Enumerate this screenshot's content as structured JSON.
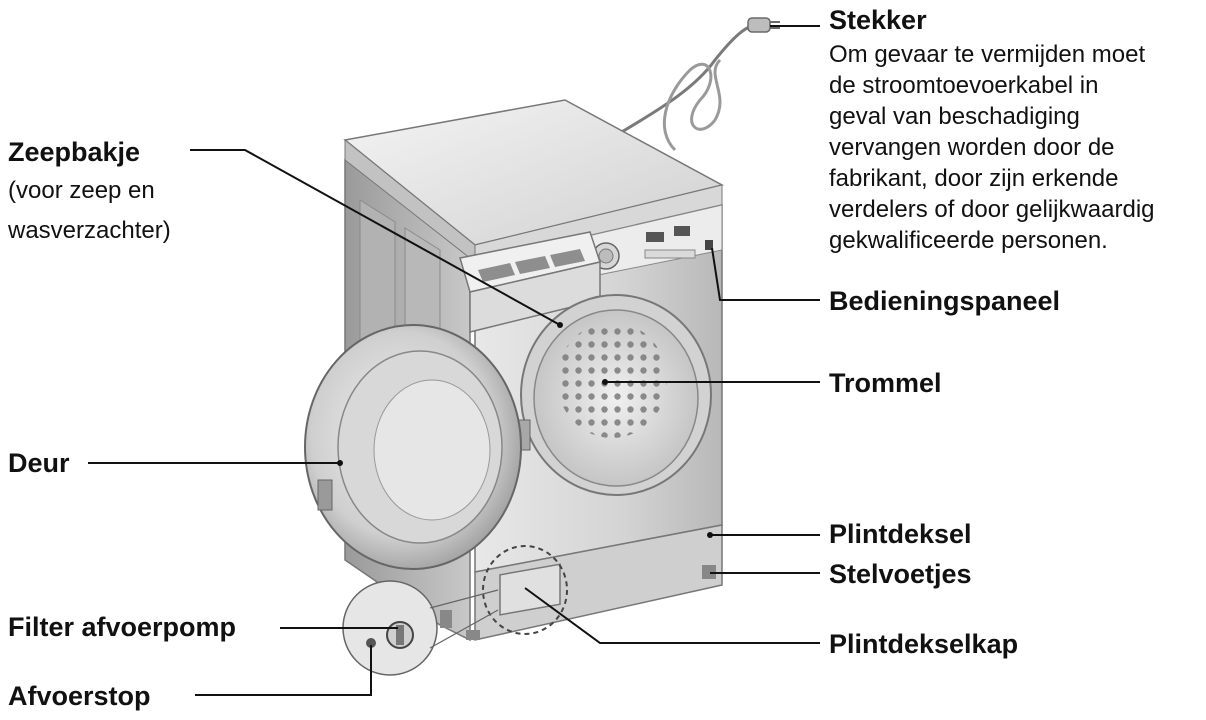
{
  "labels": {
    "zeepbakje": "Zeepbakje",
    "zeepbakje_sub_1": "(voor zeep en",
    "zeepbakje_sub_2": "wasverzachter)",
    "deur": "Deur",
    "filter_afvoerpomp": "Filter afvoerpomp",
    "afvoerstop": "Afvoerstop",
    "stekker": "Stekker",
    "stekker_desc": [
      "Om gevaar te vermijden moet",
      "de stroomtoevoerkabel in",
      "geval van beschadiging",
      "vervangen worden door de",
      "fabrikant, door zijn erkende",
      "verdelers of door gelijkwaardig",
      "gekwalificeerde personen."
    ],
    "bedieningspaneel": "Bedieningspaneel",
    "trommel": "Trommel",
    "plintdeksel": "Plintdeksel",
    "stelvoetjes": "Stelvoetjes",
    "plintdekselkap": "Plintdekselkap"
  },
  "colors": {
    "ink": "#111111",
    "body_light": "#e4e4e4",
    "body_mid": "#c6c6c6",
    "body_dark": "#8c8c8c"
  }
}
